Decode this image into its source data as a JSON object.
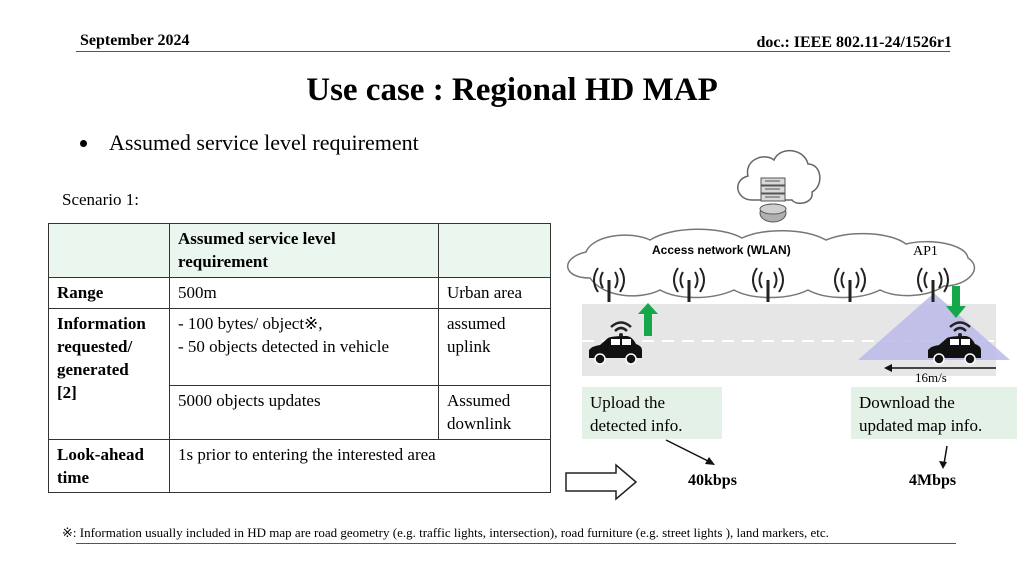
{
  "header": {
    "date": "September 2024",
    "doc": "doc.: IEEE 802.11-24/1526r1"
  },
  "title": "Use case : Regional HD MAP",
  "bullet": "Assumed service level requirement",
  "scenario": "Scenario 1:",
  "table": {
    "header_line1": "Assumed service level",
    "header_line2": "requirement",
    "range_label": "Range",
    "range_value": "500m",
    "range_note": "Urban area",
    "info_label_1": "Information",
    "info_label_2": "requested/",
    "info_label_3": "generated",
    "info_label_4": "[2]",
    "info_line1": "- 100 bytes/ object※,",
    "info_line2": "- 50 objects detected in vehicle",
    "uplink_1": "assumed",
    "uplink_2": "uplink",
    "updates": "5000 objects updates",
    "downlink_1": "Assumed",
    "downlink_2": "downlink",
    "lookahead_1": "Look-ahead",
    "lookahead_2": "time",
    "lookahead_value": "1s prior to entering the interested area"
  },
  "diagram": {
    "access_network": "Access network (WLAN)",
    "ap_label": "AP1",
    "speed": "16m/s",
    "upload_1": "Upload the",
    "upload_2": "detected info.",
    "download_1": "Download the",
    "download_2": "updated map info.",
    "uplink_rate": "40kbps",
    "downlink_rate": "4Mbps"
  },
  "footnote": "※: Information usually included in HD map are road geometry (e.g. traffic lights, intersection), road furniture (e.g. street lights ), land markers, etc.",
  "colors": {
    "arrow_green": "#14a84a",
    "box_fill": "#e3f1e6",
    "coverage": "#b9b9e8",
    "road": "#e6e6e6"
  }
}
